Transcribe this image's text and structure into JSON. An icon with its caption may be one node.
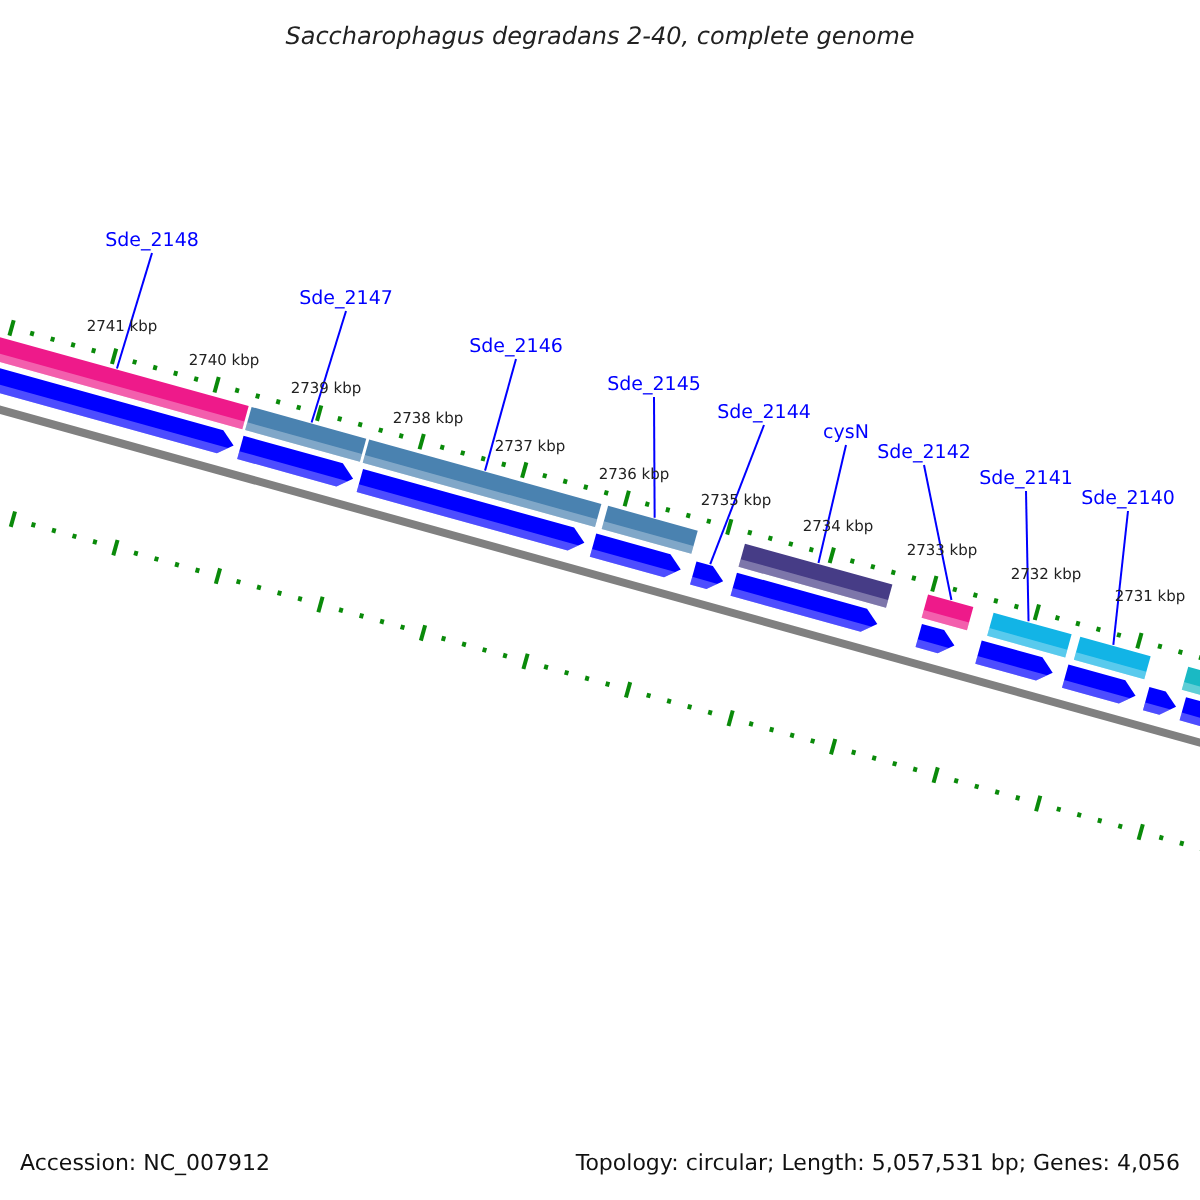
{
  "diagram": {
    "title": "Saccharophagus degradans 2-40, complete genome",
    "nodes": [
      {
        "text": [
          "Sde_2148"
        ]
      },
      {
        "text": [
          "Sde_2147"
        ]
      },
      {
        "text": [
          "Sde_2146"
        ]
      },
      {
        "text": [
          "Sde_2145"
        ]
      },
      {
        "text": [
          "Sde_2144"
        ]
      },
      {
        "text": [
          "cysN"
        ]
      },
      {
        "text": [
          "Sde_2142"
        ]
      },
      {
        "text": [
          "Sde_2141"
        ]
      },
      {
        "text": [
          "Sde_2140"
        ]
      },
      {
        "text": [],
        "shape": "bar"
      },
      {
        "text": [],
        "shape": "bar"
      },
      {
        "text": [],
        "shape": "bar"
      },
      {
        "text": [],
        "shape": "bar"
      },
      {
        "text": [],
        "shape": "bar"
      },
      {
        "text": [],
        "shape": "bar"
      },
      {
        "text": [],
        "shape": "bar"
      },
      {
        "text": [],
        "shape": "bar"
      },
      {
        "text": [],
        "shape": "bar"
      },
      {
        "text": [],
        "shape": "arrow"
      },
      {
        "text": [],
        "shape": "arrow"
      },
      {
        "text": [],
        "shape": "arrow"
      },
      {
        "text": [],
        "shape": "arrow"
      },
      {
        "text": [],
        "shape": "arrow"
      },
      {
        "text": [],
        "shape": "arrow"
      },
      {
        "text": [],
        "shape": "arrow"
      },
      {
        "text": [],
        "shape": "arrow"
      },
      {
        "text": [],
        "shape": "arrow"
      },
      {
        "text": [],
        "shape": "arrow"
      },
      {
        "text": [],
        "shape": "arrow"
      }
    ],
    "edges": [
      {
        "from": 0,
        "to": 9,
        "arrow": "none"
      },
      {
        "from": 1,
        "to": 10,
        "arrow": "none"
      },
      {
        "from": 2,
        "to": 11,
        "arrow": "none"
      },
      {
        "from": 3,
        "to": 12,
        "arrow": "none"
      },
      {
        "from": 4,
        "to": 22,
        "arrow": "none"
      },
      {
        "from": 5,
        "to": 13,
        "arrow": "none"
      },
      {
        "from": 6,
        "to": 14,
        "arrow": "none"
      },
      {
        "from": 7,
        "to": 15,
        "arrow": "none"
      },
      {
        "from": 8,
        "to": 16,
        "arrow": "none"
      }
    ],
    "labels": [
      "2741 kbp",
      "2740 kbp",
      "2739 kbp",
      "2738 kbp",
      "2737 kbp",
      "2736 kbp",
      "2735 kbp",
      "2734 kbp",
      "2733 kbp",
      "2732 kbp",
      "2731 kbp",
      "Accession: NC_007912",
      "Topology: circular; Length: 5,057,531 bp; Genes: 4,056"
    ]
  }
}
